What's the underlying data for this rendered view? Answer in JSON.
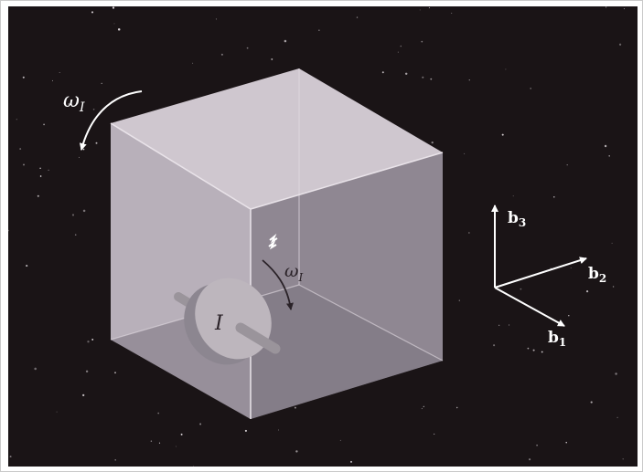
{
  "labels": {
    "omega_body": "ω",
    "omega_body_sub": "I",
    "omega_wheel": "ω",
    "omega_wheel_sub": "I",
    "wheel_inertia": "I",
    "axis_b1": "b",
    "axis_b1_sub": "1",
    "axis_b2": "b",
    "axis_b2_sub": "2",
    "axis_b3": "b",
    "axis_b3_sub": "3"
  },
  "colors": {
    "background": "#1a1416",
    "cube_top": "#cfc7cf",
    "cube_left": "#b8b0ba",
    "cube_right": "#8f8792",
    "cube_inner_floor": "#7c747f",
    "wheel": "#bdb6bd",
    "wheel_shadow": "#8c8690",
    "shaft": "#9a949b",
    "axes": "#ffffff"
  }
}
